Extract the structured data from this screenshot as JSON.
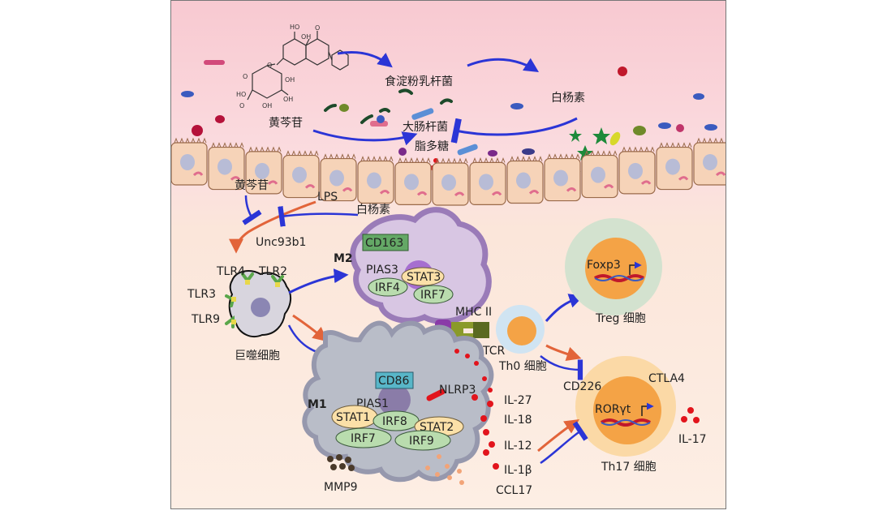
{
  "colors": {
    "lumen_top": "#f8c9d1",
    "tissue": "#fbe4d8",
    "arrow_blue": "#2b35d6",
    "arrow_orange": "#e2643a",
    "m1_cell": "#b9bdc8",
    "m2_cell": "#d8c6e3",
    "treg_cell": "#d3e2cf",
    "th17_cell": "#fbd9a6",
    "nucleus_orange": "#f4a346",
    "cytokine_red": "#e2141c"
  },
  "labels": {
    "baicalin_top": "黄芩苷",
    "lactobacillus": "食淀粉乳杆菌",
    "poplar": "白杨素",
    "ecoli": "大肠杆菌",
    "lps_cn": "脂多糖",
    "baicalin_mid": "黄芩苷",
    "lps": "LPS",
    "chrysin_mid": "白杨素",
    "unc93b1": "Unc93b1",
    "tlr4": "TLR4",
    "tlr2": "TLR2",
    "tlr3": "TLR3",
    "tlr9": "TLR9",
    "macrophage": "巨噬细胞",
    "m2": "M2",
    "cd163": "CD163",
    "pias3": "PIAS3",
    "stat3": "STAT3",
    "irf4": "IRF4",
    "irf7_m2": "IRF7",
    "mhc2": "MHC II",
    "tcr": "TCR",
    "th0": "Th0 细胞",
    "foxp3": "Foxp3",
    "treg": "Treg 细胞",
    "m1": "M1",
    "cd86": "CD86",
    "nlrp3": "NLRP3",
    "pias1": "PIAS1",
    "stat1": "STAT1",
    "irf8": "IRF8",
    "stat2": "STAT2",
    "irf7_m1": "IRF7",
    "irf9": "IRF9",
    "mmp9": "MMP9",
    "il27": "IL-27",
    "il18": "IL-18",
    "il12": "IL-12",
    "il1b": "IL-1β",
    "ccl17": "CCL17",
    "cd226": "CD226",
    "ctla4": "CTLA4",
    "rorgt": "RORγt",
    "il17": "IL-17",
    "th17": "Th17 细胞"
  }
}
